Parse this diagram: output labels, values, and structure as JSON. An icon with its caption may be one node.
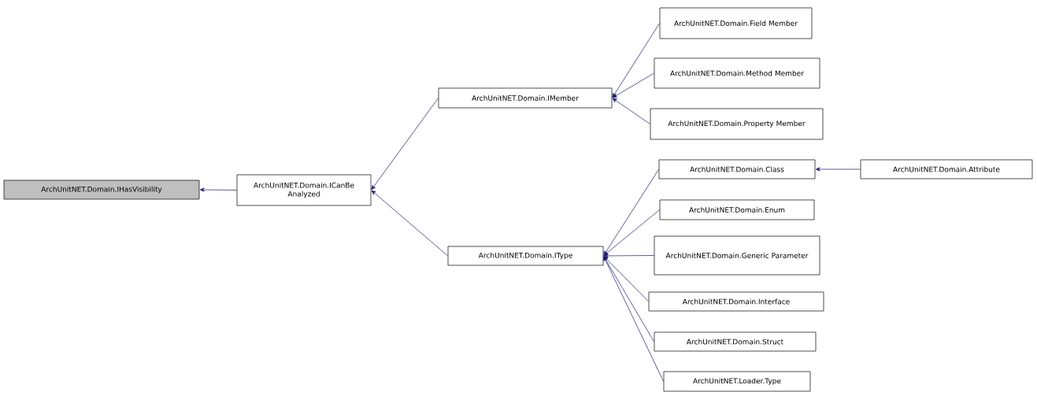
{
  "diagram": {
    "nodes": [
      {
        "text": [
          "ArchUnitNET.Domain.IHasVisibility"
        ]
      },
      {
        "text": [
          "ArchUnitNET.Domain.ICanBe Analyzed"
        ]
      },
      {
        "text": [
          "ArchUnitNET.Domain.IMember"
        ]
      },
      {
        "text": [
          "ArchUnitNET.Domain.IType"
        ]
      },
      {
        "text": [
          "ArchUnitNET.Domain.Field Member"
        ]
      },
      {
        "text": [
          "ArchUnitNET.Domain.Method Member"
        ]
      },
      {
        "text": [
          "ArchUnitNET.Domain.Property Member"
        ]
      },
      {
        "text": [
          "ArchUnitNET.Domain.Class"
        ]
      },
      {
        "text": [
          "ArchUnitNET.Domain.Attribute"
        ]
      },
      {
        "text": [
          "ArchUnitNET.Domain.Enum"
        ]
      },
      {
        "text": [
          "ArchUnitNET.Domain.Generic Parameter"
        ]
      },
      {
        "text": [
          "ArchUnitNET.Domain.Interface"
        ]
      },
      {
        "text": [
          "ArchUnitNET.Domain.Struct"
        ]
      },
      {
        "text": [
          "ArchUnitNET.Loader.Type"
        ]
      }
    ],
    "edges": [
      {
        "from": 1,
        "to": 0,
        "arrow": "to"
      },
      {
        "from": 2,
        "to": 1,
        "arrow": "to"
      },
      {
        "from": 3,
        "to": 1,
        "arrow": "to"
      },
      {
        "from": 4,
        "to": 2,
        "arrow": "to"
      },
      {
        "from": 5,
        "to": 2,
        "arrow": "to"
      },
      {
        "from": 6,
        "to": 2,
        "arrow": "to"
      },
      {
        "from": 7,
        "to": 3,
        "arrow": "to"
      },
      {
        "from": 8,
        "to": 7,
        "arrow": "to"
      },
      {
        "from": 9,
        "to": 3,
        "arrow": "to"
      },
      {
        "from": 10,
        "to": 3,
        "arrow": "to"
      },
      {
        "from": 11,
        "to": 3,
        "arrow": "to"
      },
      {
        "from": 12,
        "to": 3,
        "arrow": "to"
      },
      {
        "from": 13,
        "to": 3,
        "arrow": "to"
      }
    ]
  }
}
